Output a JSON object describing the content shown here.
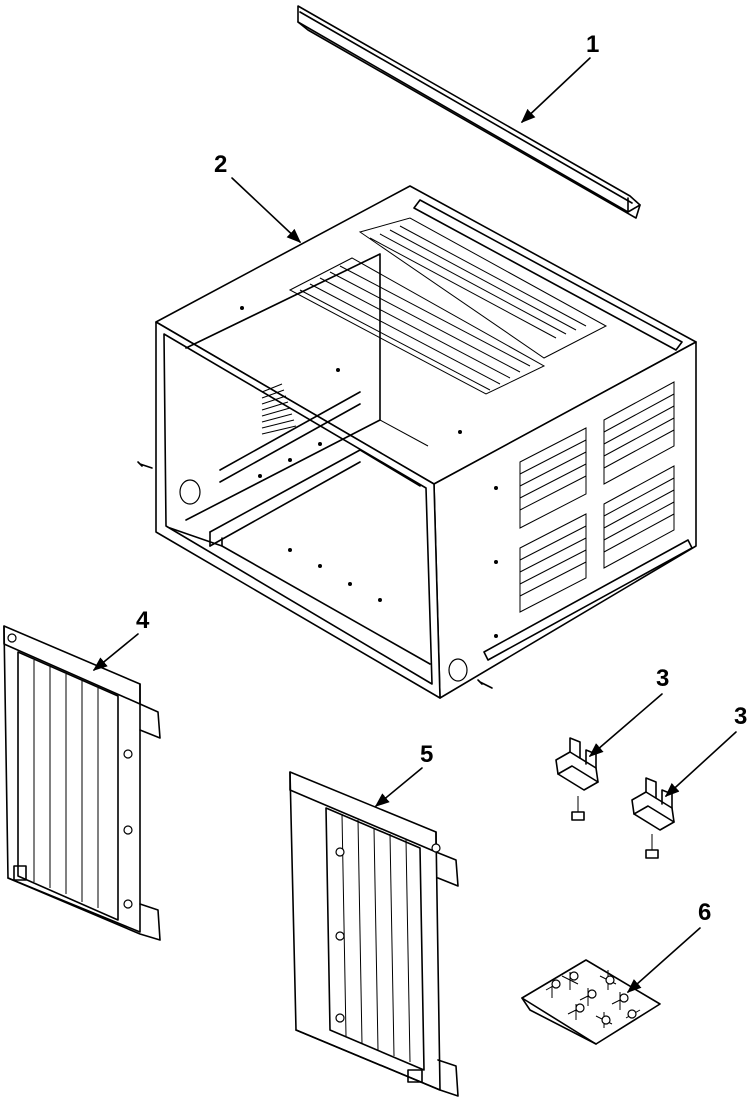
{
  "callouts": {
    "part_1": "1",
    "part_2": "2",
    "part_3a": "3",
    "part_3b": "3",
    "part_4": "4",
    "part_5": "5",
    "part_6": "6"
  }
}
